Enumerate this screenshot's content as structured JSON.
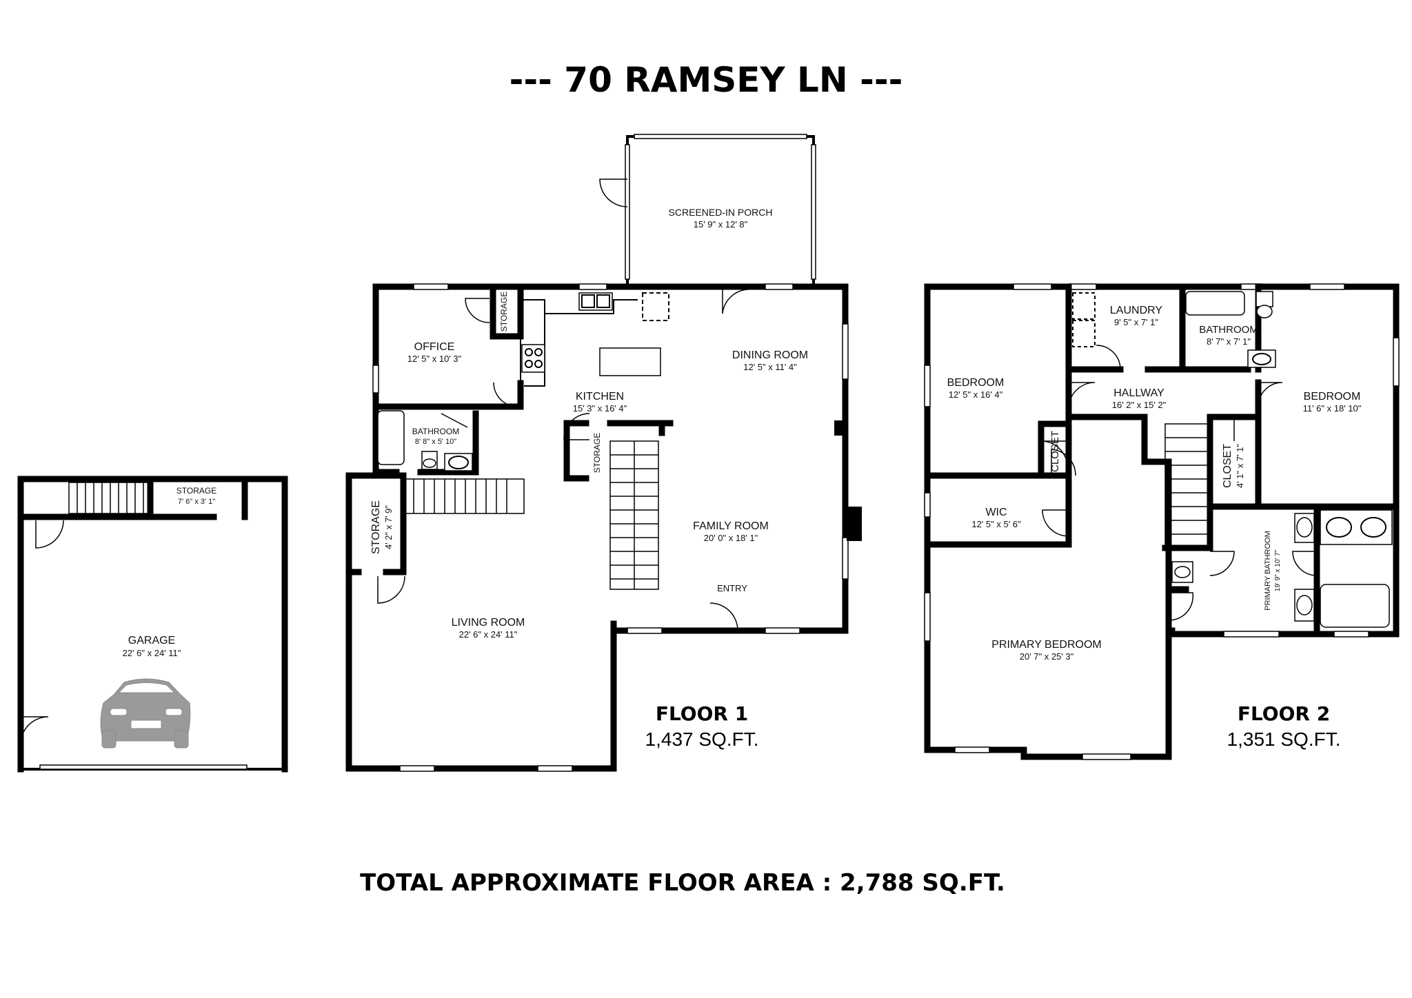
{
  "title": "--- 70 RAMSEY LN ---",
  "total": "TOTAL APPROXIMATE FLOOR AREA : 2,788 SQ.FT.",
  "floor1": {
    "label": "FLOOR 1",
    "area": "1,437 SQ.FT."
  },
  "floor2": {
    "label": "FLOOR 2",
    "area": "1,351 SQ.FT."
  },
  "rooms": {
    "garage": {
      "name": "GARAGE",
      "dim": "22' 6\" x 24' 11\""
    },
    "garage_storage": {
      "name": "STORAGE",
      "dim": "7' 6\" x 3' 1\""
    },
    "porch": {
      "name": "SCREENED-IN PORCH",
      "dim": "15' 9\" x 12' 8\""
    },
    "office": {
      "name": "OFFICE",
      "dim": "12' 5\" x 10' 3\""
    },
    "storage_office": {
      "name": "STORAGE"
    },
    "bath1": {
      "name": "BATHROOM",
      "dim": "8' 8\" x 5' 10\""
    },
    "kitchen": {
      "name": "KITCHEN",
      "dim": "15' 3\" x 16' 4\""
    },
    "dining": {
      "name": "DINING ROOM",
      "dim": "12' 5\" x 11' 4\""
    },
    "storage_stair": {
      "name": "STORAGE"
    },
    "storage_living": {
      "name": "STORAGE",
      "dim": "4' 2\" x 7' 9\""
    },
    "family": {
      "name": "FAMILY ROOM",
      "dim": "20' 0\" x 18' 1\""
    },
    "entry": {
      "name": "ENTRY"
    },
    "living": {
      "name": "LIVING ROOM",
      "dim": "22' 6\" x 24' 11\""
    },
    "bedroom_a": {
      "name": "BEDROOM",
      "dim": "12' 5\" x 16' 4\""
    },
    "laundry": {
      "name": "LAUNDRY",
      "dim": "9' 5\" x 7' 1\""
    },
    "bath2": {
      "name": "BATHROOM",
      "dim": "8' 7\" x 7' 1\""
    },
    "hallway": {
      "name": "HALLWAY",
      "dim": "16' 2\" x 15' 2\""
    },
    "bedroom_b": {
      "name": "BEDROOM",
      "dim": "11' 6\" x 18' 10\""
    },
    "closet_a": {
      "name": "CLOSET"
    },
    "closet_b": {
      "name": "CLOSET",
      "dim": "4' 1\" x 7' 1\""
    },
    "wic": {
      "name": "WIC",
      "dim": "12' 5\" x 5' 6\""
    },
    "primary_bath": {
      "name": "PRIMARY BATHROOM",
      "dim": "19' 9\" x 10' 7\""
    },
    "primary_bed": {
      "name": "PRIMARY BEDROOM",
      "dim": "20' 7\" x 25' 3\""
    }
  },
  "icons": [
    "car-icon",
    "door-swing-icon",
    "stairs-icon",
    "window-icon",
    "toilet-icon",
    "bathtub-icon",
    "sink-icon",
    "stove-icon"
  ]
}
